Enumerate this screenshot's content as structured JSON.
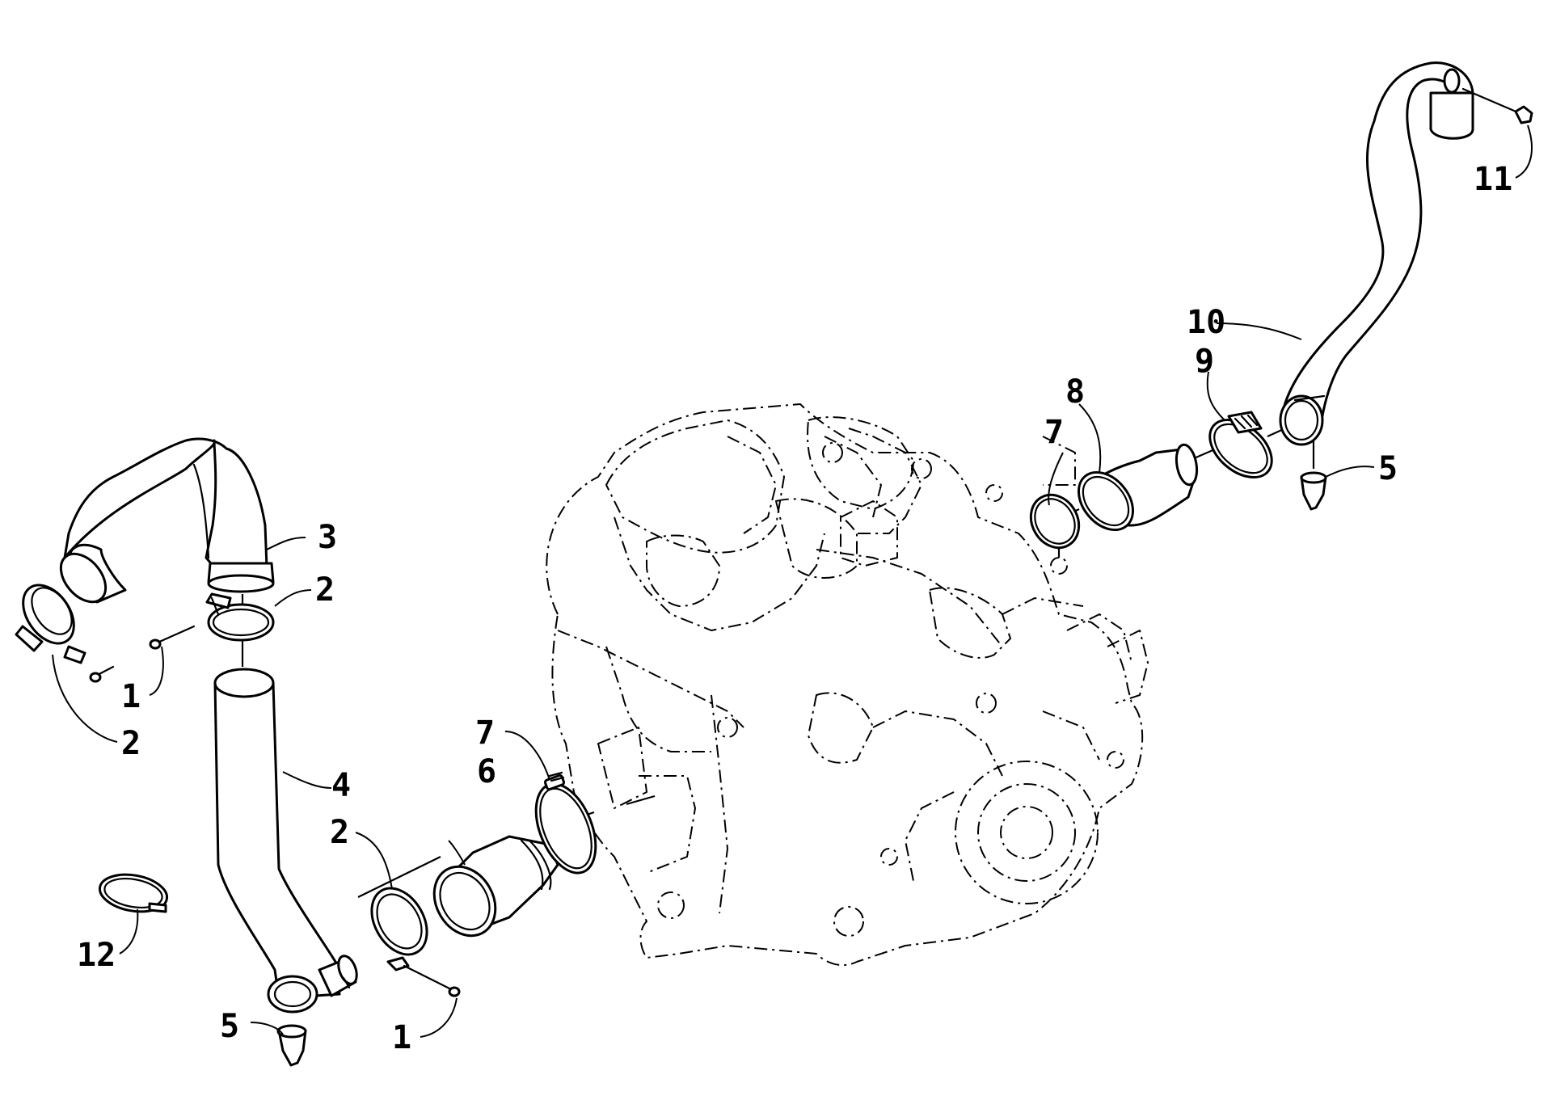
{
  "diagram": {
    "callouts": [
      {
        "id": "c1a",
        "text": "1"
      },
      {
        "id": "c1b",
        "text": "1"
      },
      {
        "id": "c2a",
        "text": "2"
      },
      {
        "id": "c2b",
        "text": "2"
      },
      {
        "id": "c2c",
        "text": "2"
      },
      {
        "id": "c3",
        "text": "3"
      },
      {
        "id": "c4",
        "text": "4"
      },
      {
        "id": "c5a",
        "text": "5"
      },
      {
        "id": "c5b",
        "text": "5"
      },
      {
        "id": "c6",
        "text": "6"
      },
      {
        "id": "c7a",
        "text": "7"
      },
      {
        "id": "c7b",
        "text": "7"
      },
      {
        "id": "c8",
        "text": "8"
      },
      {
        "id": "c9",
        "text": "9"
      },
      {
        "id": "c10",
        "text": "10"
      },
      {
        "id": "c11",
        "text": "11"
      },
      {
        "id": "c12",
        "text": "12"
      }
    ]
  }
}
